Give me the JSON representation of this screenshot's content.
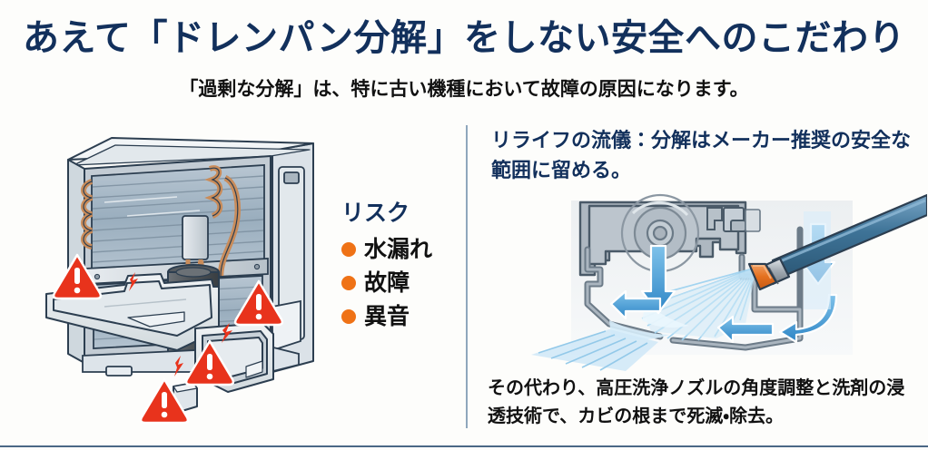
{
  "header": {
    "title": "あえて「ドレンパン分解」をしない安全へのこだわり",
    "subtitle": "「過剰な分解」は、特に古い機種において故障の原因になります。",
    "title_color": "#12305c",
    "subtitle_color": "#111111"
  },
  "left_panel": {
    "illustration_name": "air-conditioner-disassembled-drain-pan-illustration",
    "warning_icon_color": "#e8331c",
    "risk": {
      "heading": "リスク",
      "bullet_color": "#ef7216",
      "items": [
        {
          "label": "水漏れ"
        },
        {
          "label": "故障"
        },
        {
          "label": "異音"
        }
      ]
    }
  },
  "right_panel": {
    "heading": "リライフの流儀：分解はメーカー推奨の安全な範囲に留める。",
    "illustration_name": "high-pressure-nozzle-spray-cleaning-illustration",
    "caption": "その代わり、高圧洗浄ノズルの角度調整と洗剤の浸透技術で、カビの根まで死滅・除去。",
    "nozzle_tip_color": "#e9762b",
    "wand_color": "#3a6e96",
    "water_color": "#58a8dd"
  },
  "decor": {
    "divider_color": "#8fa7bd",
    "bottom_rule_color": "#4a6785",
    "background_color": "#fdfdfb"
  }
}
